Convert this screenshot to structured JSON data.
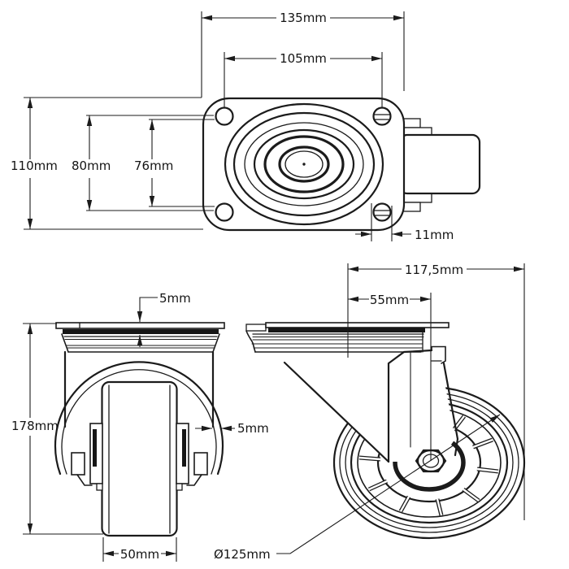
{
  "drawing": {
    "subject": "swivel-caster-technical-drawing",
    "colors": {
      "line": "#1b1b1b",
      "background": "#ffffff",
      "fill_dark": "#161616"
    }
  },
  "dimensions": {
    "top_view": {
      "overall_width": "135mm",
      "bolt_hole_spacing_width": "105mm",
      "overall_depth": "110mm",
      "bolt_pattern_outer": "80mm",
      "bolt_hole_spacing_depth": "76mm",
      "bolt_hole_diameter": "11mm"
    },
    "front_view": {
      "plate_thickness": "5mm",
      "overall_height": "178mm",
      "fork_thickness": "5mm",
      "wheel_width": "50mm"
    },
    "side_view": {
      "overall_length": "117,5mm",
      "swivel_offset": "55mm",
      "wheel_diameter": "Ø125mm"
    }
  }
}
